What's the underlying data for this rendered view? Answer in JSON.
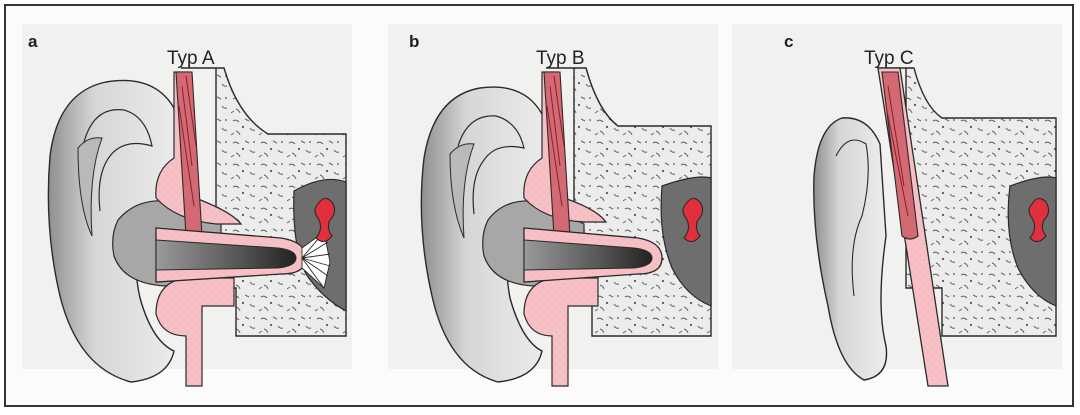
{
  "panels": [
    {
      "letter": "a",
      "title": "Typ A"
    },
    {
      "letter": "b",
      "title": "Typ B"
    },
    {
      "letter": "c",
      "title": "Typ C"
    }
  ],
  "colors": {
    "bone": "#ececec",
    "ear": "#d8d8d8",
    "earShadow": "#9a9a9a",
    "canal": "#3b3b3b",
    "cavity": "#6a6a6a",
    "pinkTissue": "#f6c0c4",
    "artery": "#c8323c",
    "outline": "#2a2a2a"
  }
}
